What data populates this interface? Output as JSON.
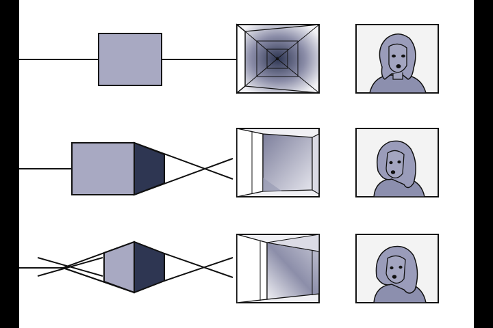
{
  "colors": {
    "background": "#ffffff",
    "frame_side": "#000000",
    "line": "#111111",
    "cube_front": "#a8a9c2",
    "cube_side": "#2e3652",
    "panel_bg": "#f3f3f3",
    "wall_light": "#ffffff",
    "wall_mid": "#c9cad8",
    "wall_dark": "#6d6f8c",
    "figure_body": "#8c8fae",
    "figure_hair": "#9a9cba",
    "skin_shadow": "#7c7f9f"
  },
  "rows": [
    {
      "name": "one-point-perspective",
      "view": "front",
      "panel": "tunnel-center"
    },
    {
      "name": "two-point-perspective",
      "view": "angled",
      "panel": "tunnel-left"
    },
    {
      "name": "three-point-perspective",
      "view": "corner",
      "panel": "corner-room"
    }
  ],
  "icons": [
    "cube-icon",
    "room-perspective-icon",
    "woman-portrait-icon"
  ]
}
